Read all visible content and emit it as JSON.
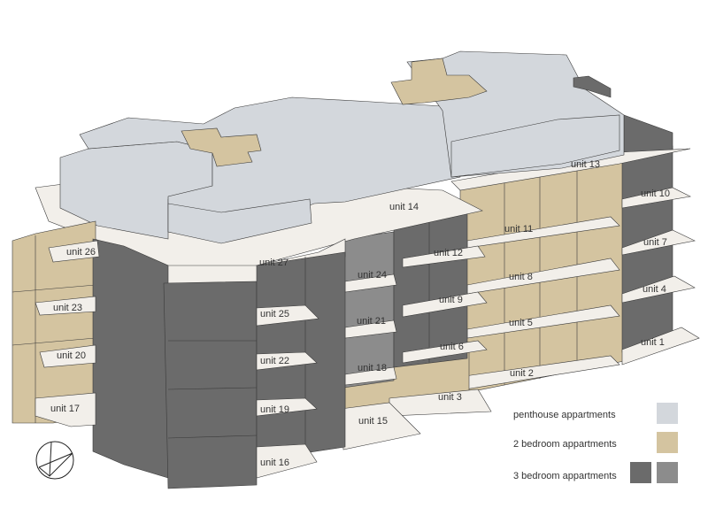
{
  "colors": {
    "penthouse": "#d3d7dc",
    "two_bedroom": "#d4c4a0",
    "three_bedroom_dark": "#6b6b6b",
    "three_bedroom_mid": "#8c8c8c",
    "slab": "#f2efea",
    "outline": "#3a3a3a"
  },
  "units": {
    "u1": "unit 1",
    "u2": "unit 2",
    "u3": "unit 3",
    "u4": "unit 4",
    "u5": "unit 5",
    "u6": "unit 6",
    "u7": "unit 7",
    "u8": "unit 8",
    "u9": "unit 9",
    "u10": "unit 10",
    "u11": "unit 11",
    "u12": "unit 12",
    "u13": "unit 13",
    "u14": "unit 14",
    "u15": "unit 15",
    "u16": "unit 16",
    "u17": "unit 17",
    "u18": "unit 18",
    "u19": "unit 19",
    "u20": "unit 20",
    "u21": "unit 21",
    "u22": "unit 22",
    "u23": "unit 23",
    "u24": "unit 24",
    "u25": "unit 25",
    "u26": "unit 26",
    "u27": "unit 27"
  },
  "legend": {
    "penthouse": "penthouse appartments",
    "two_bedroom": "2 bedroom appartments",
    "three_bedroom": "3 bedroom appartments"
  },
  "north_arrow_icon": "north-arrow-icon"
}
